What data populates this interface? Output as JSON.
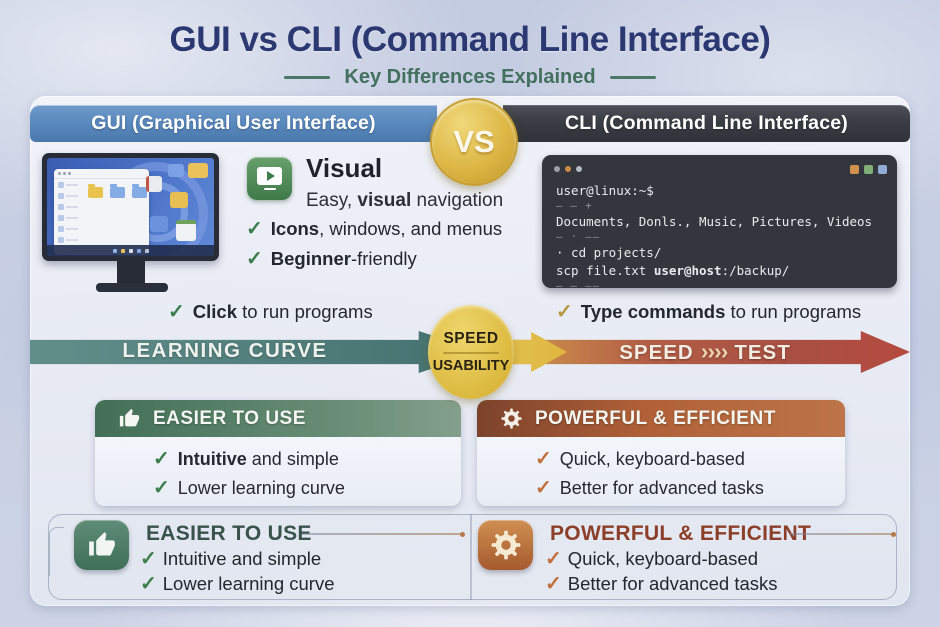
{
  "header": {
    "title": "GUI vs CLI (Command Line Interface)",
    "subtitle": "Key Differences Explained"
  },
  "columns": {
    "gui_header": "GUI (Graphical User Interface)",
    "cli_header": "CLI (Command Line Interface)",
    "vs": "VS"
  },
  "gui": {
    "feature": {
      "title": "Visual",
      "line": {
        "pre": "Easy, ",
        "bold": "visual",
        "post": " navigation"
      }
    },
    "checks": [
      {
        "bold": "Icons",
        "rest": ", windows, and menus"
      },
      {
        "bold": "Beginner",
        "rest": "-friendly"
      }
    ],
    "action": {
      "bold": "Click",
      "rest": " to run programs"
    }
  },
  "cli": {
    "terminal": {
      "lines": [
        {
          "pre": "user@linux:~$",
          "bold": "",
          "post": ""
        },
        {
          "pre": "– – +",
          "bold": "",
          "post": ""
        },
        {
          "pre": "Documents, Donls., Music, Pictures, Videos",
          "bold": "",
          "post": ""
        },
        {
          "pre": "– · ––",
          "bold": "",
          "post": ""
        },
        {
          "pre": "· cd projects/",
          "bold": "",
          "post": ""
        },
        {
          "pre": "scp file.txt ",
          "bold": "user@host",
          "post": ":/backup/"
        },
        {
          "pre": "– – ––",
          "bold": "",
          "post": ""
        }
      ]
    },
    "action": {
      "bold": "Type commands",
      "rest": " to run programs"
    }
  },
  "arrows": {
    "left_label": "LEARNING CURVE",
    "hub_top": "SPEED",
    "hub_bottom": "USABILITY",
    "right_word1": "SPEED",
    "right_chevrons": "››››",
    "right_word2": "TEST"
  },
  "cards": [
    {
      "title": "EASIER TO USE",
      "icon": "thumbs-up-icon",
      "items": [
        {
          "bold": "Intuitive",
          "rest": " and simple"
        },
        {
          "bold": "",
          "rest": "Lower learning curve"
        }
      ]
    },
    {
      "title": "POWERFUL & EFFICIENT",
      "icon": "gear-icon",
      "items": [
        {
          "bold": "",
          "rest": "Quick, keyboard-based"
        },
        {
          "bold": "",
          "rest": "Better for advanced tasks"
        }
      ]
    }
  ],
  "footer": {
    "groups": [
      {
        "title": "EASIER TO USE",
        "icon": "thumbs-up-icon",
        "items": [
          "Intuitive and simple",
          "Lower learning curve"
        ]
      },
      {
        "title": "POWERFUL & EFFICIENT",
        "icon": "gear-icon",
        "items": [
          "Quick, keyboard-based",
          "Better for advanced tasks"
        ]
      }
    ]
  },
  "icons": {
    "check": "✓"
  },
  "colors": {
    "title_navy": "#2c3871",
    "subtitle_teal": "#44705f",
    "gui_bar_blue": "#5d8cc0",
    "cli_bar_dark": "#3a3d43",
    "vs_gold": "#ddb746",
    "learning_arrow_teal": "#4e7d7a",
    "speed_arrow_red": "#a84f43",
    "hub_yellow": "#dcb93f",
    "easier_header_green": "#426f56",
    "powerful_header_orange": "#b06037",
    "check_green": "#3e7d4e",
    "check_orange": "#c2703d",
    "terminal_bg": "#33373d"
  }
}
